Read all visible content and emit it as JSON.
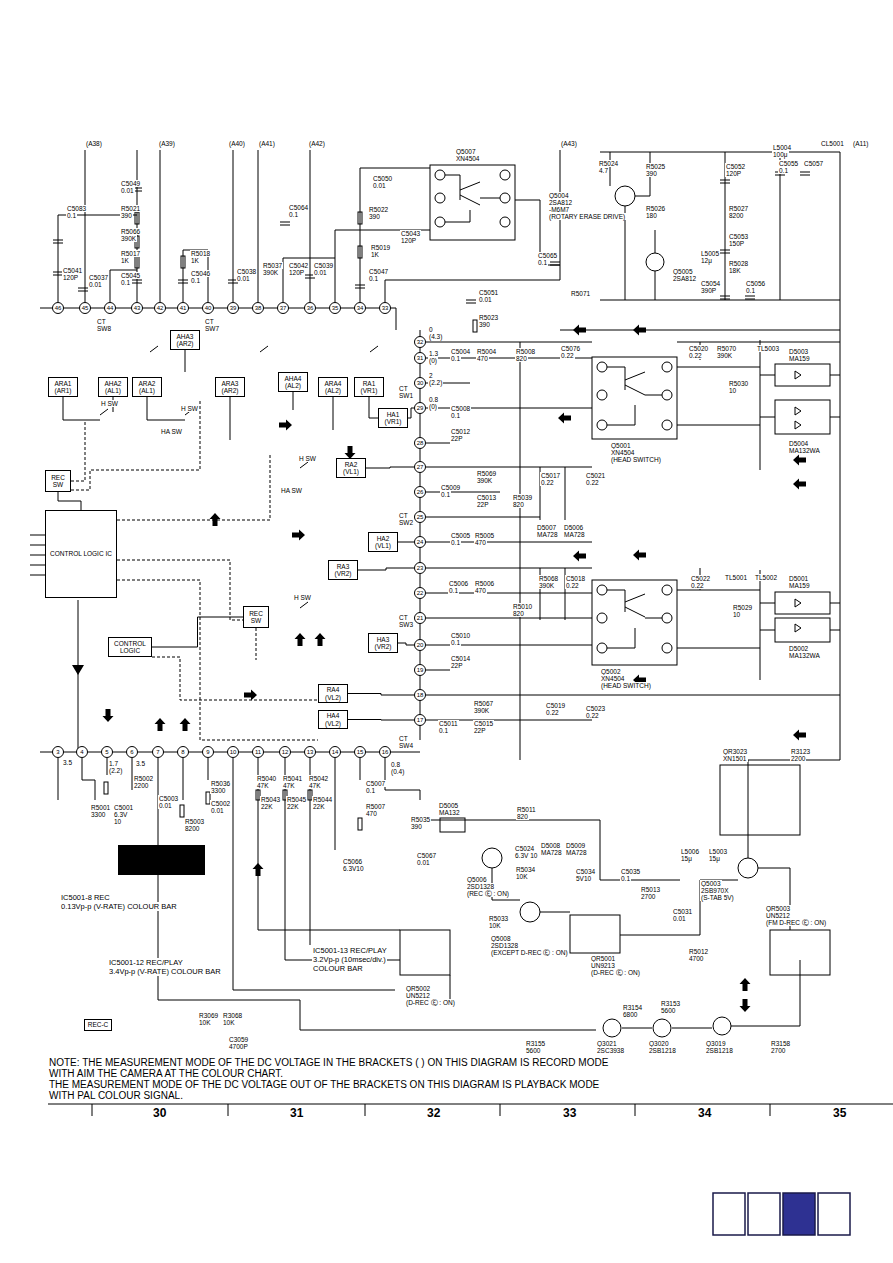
{
  "diagram": {
    "nodes": [
      {
        "text": [
          "46"
        ]
      },
      {
        "text": [
          "45"
        ]
      },
      {
        "text": [
          "44"
        ]
      },
      {
        "text": [
          "43"
        ]
      },
      {
        "text": [
          "42"
        ]
      },
      {
        "text": [
          "41"
        ]
      },
      {
        "text": [
          "40"
        ]
      },
      {
        "text": [
          "39"
        ]
      },
      {
        "text": [
          "38"
        ]
      },
      {
        "text": [
          "37"
        ]
      },
      {
        "text": [
          "36"
        ]
      },
      {
        "text": [
          "35"
        ]
      },
      {
        "text": [
          "34"
        ]
      },
      {
        "text": [
          "33"
        ]
      },
      {
        "text": [
          "32"
        ]
      },
      {
        "text": [
          "31"
        ]
      },
      {
        "text": [
          "30"
        ]
      },
      {
        "text": [
          "29"
        ]
      },
      {
        "text": [
          "28"
        ]
      },
      {
        "text": [
          "27"
        ]
      },
      {
        "text": [
          "26"
        ]
      },
      {
        "text": [
          "25"
        ]
      },
      {
        "text": [
          "24"
        ]
      },
      {
        "text": [
          "23"
        ]
      },
      {
        "text": [
          "22"
        ]
      },
      {
        "text": [
          "21"
        ]
      },
      {
        "text": [
          "20"
        ]
      },
      {
        "text": [
          "19"
        ]
      },
      {
        "text": [
          "18"
        ]
      },
      {
        "text": [
          "17"
        ]
      },
      {
        "text": [
          "3"
        ]
      },
      {
        "text": [
          "4"
        ]
      },
      {
        "text": [
          "5"
        ]
      },
      {
        "text": [
          "6"
        ]
      },
      {
        "text": [
          "7"
        ]
      },
      {
        "text": [
          "8"
        ]
      },
      {
        "text": [
          "9"
        ]
      },
      {
        "text": [
          "10"
        ]
      },
      {
        "text": [
          "11"
        ]
      },
      {
        "text": [
          "12"
        ]
      },
      {
        "text": [
          "13"
        ]
      },
      {
        "text": [
          "14"
        ]
      },
      {
        "text": [
          "15"
        ]
      },
      {
        "text": [
          "16"
        ]
      },
      {
        "text": [
          "ARA1 (AR1)"
        ]
      },
      {
        "text": [
          "AHA2 (AL1)"
        ]
      },
      {
        "text": [
          "ARA2 (AL1)"
        ]
      },
      {
        "text": [
          "AHA3 (AR2)"
        ]
      },
      {
        "text": [
          "ARA3 (AR2)"
        ]
      },
      {
        "text": [
          "AHA4 (AL2)"
        ]
      },
      {
        "text": [
          "ARA4 (AL2)"
        ]
      },
      {
        "text": [
          "RA1 (VR1)"
        ]
      },
      {
        "text": [
          "HA1 (VR1)"
        ]
      },
      {
        "text": [
          "RA2 (VL1)"
        ]
      },
      {
        "text": [
          "HA2 (VL1)"
        ]
      },
      {
        "text": [
          "RA3 (VR2)"
        ]
      },
      {
        "text": [
          "HA3 (VR2)"
        ]
      },
      {
        "text": [
          "RA4 (VL2)"
        ]
      },
      {
        "text": [
          "HA4 (VL2)"
        ]
      },
      {
        "text": [
          "REC SW"
        ]
      },
      {
        "text": [
          "CONTROL LOGIC IC"
        ]
      },
      {
        "text": [
          "REC SW"
        ]
      },
      {
        "text": [
          "CONTROL LOGIC"
        ]
      },
      {
        "text": [
          "REC-C"
        ]
      }
    ],
    "edges": [
      {
        "from": 52,
        "to": 17,
        "arrow": "none"
      },
      {
        "from": 53,
        "to": 19,
        "arrow": "none"
      },
      {
        "from": 54,
        "to": 22,
        "arrow": "none"
      },
      {
        "from": 55,
        "to": 23,
        "arrow": "none"
      },
      {
        "from": 56,
        "to": 26,
        "arrow": "none"
      },
      {
        "from": 57,
        "to": 28,
        "arrow": "none"
      },
      {
        "from": 58,
        "to": 29,
        "arrow": "none"
      },
      {
        "from": 59,
        "to": 60,
        "arrow": "none"
      },
      {
        "from": 62,
        "to": 61,
        "arrow": "none"
      }
    ],
    "labels": [
      "(A38)",
      "(A39)",
      "(A40)",
      "(A41)",
      "(A42)",
      "(A43)",
      "(A11)",
      "Q5007",
      "XN4504",
      "C5050",
      "0.01",
      "C5049",
      "0.01",
      "C5083",
      "0.1",
      "R5021",
      "390",
      "R5066",
      "390K",
      "R5017",
      "1K",
      "R5018",
      "1K",
      "C5045",
      "0.1",
      "C5046",
      "0.1",
      "C5064",
      "0.1",
      "R5022",
      "390",
      "C5043",
      "120P",
      "R5019",
      "1K",
      "C5041",
      "120P",
      "C5037",
      "0.01",
      "C5038",
      "0.01",
      "R5037",
      "390K",
      "C5042",
      "120P",
      "C5039",
      "0.01",
      "C5047",
      "0.1",
      "C5065",
      "0.1",
      "C5051",
      "0.01",
      "R5023",
      "390",
      "R5071",
      "Q5004",
      "2SA812",
      "-M6M7",
      "(ROTARY ERASE DRIVE)",
      "R5024",
      "4.7",
      "R5025",
      "390",
      "C5052",
      "120P",
      "L5004",
      "100μ",
      "C5055",
      "0.1",
      "C5057",
      "CL5001",
      "R5026",
      "180",
      "R5027",
      "8200",
      "C5053",
      "150P",
      "L5005",
      "12μ",
      "R5028",
      "18K",
      "C5054",
      "390P",
      "C5056",
      "0.1",
      "Q5005",
      "2SA812",
      "CT",
      "SW8",
      "CT",
      "SW7",
      "CT",
      "SW1",
      "CT",
      "SW2",
      "CT",
      "SW3",
      "CT",
      "SW4",
      "H SW",
      "H SW",
      "HA SW",
      "H SW",
      "HA SW",
      "H SW",
      "C5004",
      "0.1",
      "R5004",
      "470",
      "R5008",
      "820",
      "C5076",
      "0.22",
      "C5020",
      "0.22",
      "R5070",
      "390K",
      "TL5003",
      "R5030",
      "10",
      "D5003",
      "MA159",
      "D5004",
      "MA132WA",
      "Q5001",
      "XN4504",
      "(HEAD SWITCH)",
      "C5008",
      "0.1",
      "C5012",
      "22P",
      "R5069",
      "390K",
      "C5009",
      "0.1",
      "C5017",
      "0.22",
      "C5021",
      "0.22",
      "R5039",
      "820",
      "C5013",
      "22P",
      "D5007",
      "MA728",
      "D5006",
      "MA728",
      "C5005",
      "0.1",
      "R5005",
      "470",
      "R5068",
      "390K",
      "C5018",
      "0.22",
      "R5010",
      "820",
      "C5022",
      "0.22",
      "TL5001",
      "TL5002",
      "R5029",
      "10",
      "D5001",
      "MA159",
      "D5002",
      "MA132WA",
      "C5006",
      "0.1",
      "R5006",
      "470",
      "C5010",
      "0.1",
      "C5014",
      "22P",
      "Q5002",
      "XN4504",
      "(HEAD SWITCH)",
      "R5067",
      "390K",
      "C5019",
      "0.22",
      "C5023",
      "0.22",
      "C5011",
      "0.1",
      "C5015",
      "22P",
      "R5001",
      "3300",
      "C5001",
      "6.3V",
      "10",
      "R5002",
      "2200",
      "C5003",
      "0.01",
      "R5003",
      "8200",
      "R5036",
      "3300",
      "C5002",
      "0.01",
      "R5040",
      "47K",
      "R5041",
      "47K",
      "R5042",
      "47K",
      "R5043",
      "22K",
      "R5045",
      "22K",
      "R5044",
      "22K",
      "C5007",
      "0.1",
      "R5007",
      "470",
      "C5066",
      "6.3V10",
      "IC5001-8 REC",
      "0.13Vp-p (V-RATE) COLOUR BAR",
      "IC5001-12 REC/PLAY",
      "3.4Vp-p (V-RATE) COLOUR BAR",
      "IC5001-13 REC/PLAY",
      "3.2Vp-p (10msec/div.)",
      "COLOUR BAR",
      "R5035",
      "390",
      "D5005",
      "MA132",
      "R5011",
      "820",
      "C5024",
      "6.3V 10",
      "D5008",
      "MA728",
      "D5009",
      "MA728",
      "C5067",
      "0.01",
      "R5034",
      "10K",
      "C5034",
      "5V10",
      "C5035",
      "0.1",
      "L5006",
      "15μ",
      "L5003",
      "15μ",
      "Q5006",
      "2SD1328",
      "(REC Ⓔ : ON)",
      "R5033",
      "10K",
      "R5013",
      "2700",
      "C5031",
      "0.01",
      "R5012",
      "4700",
      "Q5008",
      "2SD1328",
      "(EXCEPT D-REC Ⓔ : ON)",
      "QR5001",
      "UN9213",
      "(D-REC Ⓔ : ON)",
      "QR5002",
      "UN5212",
      "(D-REC Ⓔ : ON)",
      "Q5003",
      "2SB970X",
      "(S-TAB 5V)",
      "QR5003",
      "UN5212",
      "(FM D-REC Ⓔ : ON)",
      "QR3023",
      "XN1501",
      "R3123",
      "2200",
      "Q3021",
      "2SC3938",
      "Q3020",
      "2SB1218",
      "Q3019",
      "2SB1218",
      "R3154",
      "6800",
      "R3153",
      "5600",
      "R3155",
      "5600",
      "R3158",
      "2700",
      "R3069",
      "10K",
      "R3068",
      "10K",
      "C3059",
      "4700P",
      "NOTE: THE MEASUREMENT MODE OF THE DC VOLTAGE IN THE BRACKETS ( ) ON THIS DIAGRAM IS RECORD MODE",
      "WITH AIM THE CAMERA AT THE COLOUR CHART.",
      "THE MEASUREMENT MODE OF THE DC VOLTAGE OUT OF THE BRACKETS ON THIS DIAGRAM IS PLAYBACK MODE",
      "WITH PAL COLOUR SIGNAL.",
      "30",
      "31",
      "32",
      "33",
      "34",
      "35",
      "0",
      "(4.3)",
      "1.3",
      "(0)",
      "2",
      "(2.2)",
      "0.8",
      "(0)",
      "3.5",
      "1.7",
      "(2.2)",
      "3.5",
      "0.8",
      "(0.4)"
    ]
  }
}
